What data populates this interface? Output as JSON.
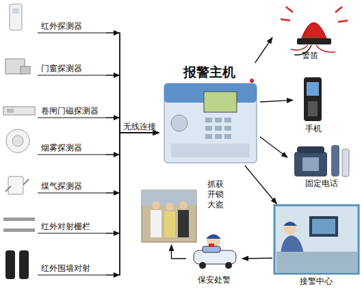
{
  "diagram": {
    "nodes": [
      {
        "text": [
          "红外探测器"
        ]
      },
      {
        "text": [
          "门窗探测器"
        ]
      },
      {
        "text": [
          "卷闸门磁探测器"
        ]
      },
      {
        "text": [
          "烟雾探测器"
        ]
      },
      {
        "text": [
          "煤气探测器"
        ]
      },
      {
        "text": [
          "红外对射栅栏"
        ]
      },
      {
        "text": [
          "红外围墙对射"
        ]
      },
      {
        "text": [
          "报警主机"
        ]
      },
      {
        "text": [
          "警笛"
        ]
      },
      {
        "text": [
          "手机"
        ]
      },
      {
        "text": [
          "固定电话"
        ]
      },
      {
        "text": [
          "接警中心"
        ]
      },
      {
        "text": [
          "保安处警"
        ]
      },
      {
        "text": [
          "抓获开锁大盗"
        ]
      }
    ],
    "edges": [
      {
        "from": 0,
        "to": 7,
        "arrow": "to"
      },
      {
        "from": 1,
        "to": 7,
        "arrow": "to"
      },
      {
        "from": 2,
        "to": 7,
        "arrow": "to"
      },
      {
        "from": 3,
        "to": 7,
        "arrow": "to"
      },
      {
        "from": 4,
        "to": 7,
        "arrow": "to"
      },
      {
        "from": 5,
        "to": 7,
        "arrow": "to"
      },
      {
        "from": 6,
        "to": 7,
        "arrow": "to"
      },
      {
        "from": 7,
        "to": 8,
        "arrow": "to"
      },
      {
        "from": 7,
        "to": 9,
        "arrow": "to"
      },
      {
        "from": 7,
        "to": 10,
        "arrow": "to"
      },
      {
        "from": 7,
        "to": 11,
        "arrow": "to"
      },
      {
        "from": 11,
        "to": 12,
        "arrow": "to"
      },
      {
        "from": 12,
        "to": 13,
        "arrow": "to"
      }
    ],
    "labels": [
      "无线连接"
    ]
  }
}
